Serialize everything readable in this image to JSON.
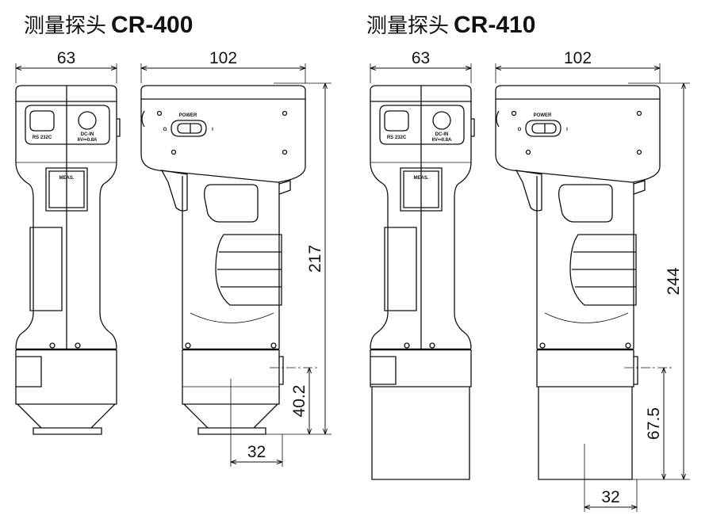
{
  "titles": [
    {
      "label": "测量探头",
      "model": "CR-400"
    },
    {
      "label": "测量探头",
      "model": "CR-410"
    }
  ],
  "devices": [
    {
      "model": "CR-400",
      "head": "cone",
      "dims": {
        "width": "63",
        "depth": "102",
        "height": "217",
        "head_height": "40.2",
        "aperture_offset": "32"
      }
    },
    {
      "model": "CR-410",
      "head": "cylinder",
      "dims": {
        "width": "63",
        "depth": "102",
        "height": "244",
        "head_height": "67.5",
        "aperture_offset": "32"
      }
    }
  ],
  "labels": {
    "power": "POWER",
    "meas": "MEAS.",
    "rs": "RS 232C",
    "dcin": "DC-IN",
    "dcin_rating": "6V⎓0.8A",
    "off": "O",
    "on": "I"
  }
}
